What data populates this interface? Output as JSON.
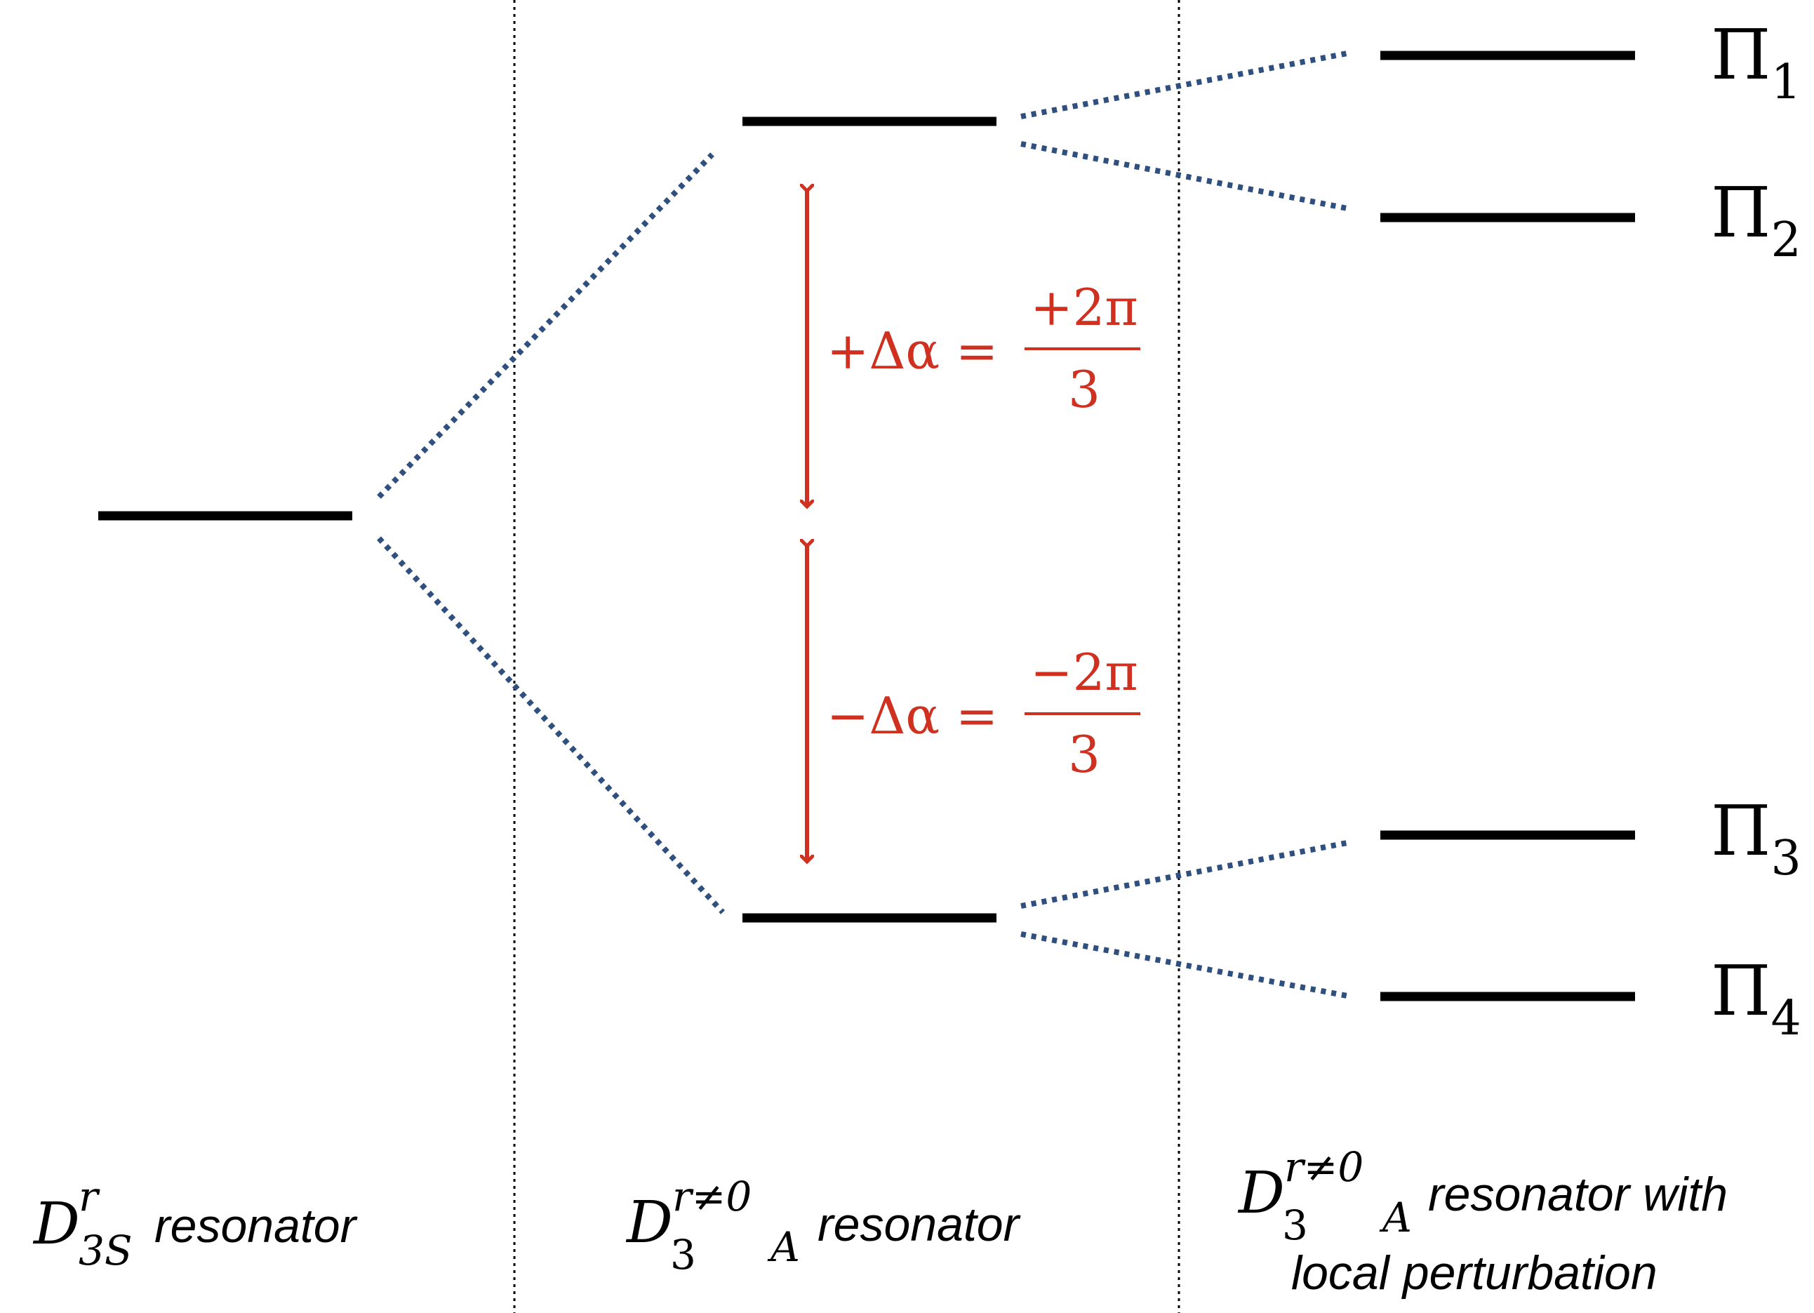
{
  "colors": {
    "level": "#000000",
    "connector": "#2f4f7f",
    "arrow": "#d0301f",
    "separator": "#000000"
  },
  "levels": {
    "pi_symbol": "Π",
    "pi_1_sub": "1",
    "pi_2_sub": "2",
    "pi_3_sub": "3",
    "pi_4_sub": "4"
  },
  "annotations": {
    "plus": {
      "lhs": "+Δα =",
      "numerator": "+2π",
      "denominator": "3"
    },
    "minus": {
      "lhs": "−Δα =",
      "numerator": "−2π",
      "denominator": "3"
    }
  },
  "columns": {
    "left": {
      "base": "D",
      "sup": "r",
      "sub": "3S",
      "label": "resonator"
    },
    "middle": {
      "base": "D",
      "sup": "r≠0",
      "sub_index": "3",
      "sub_letter": "A",
      "label": "resonator"
    },
    "right": {
      "base": "D",
      "sup": "r≠0",
      "sub_index": "3",
      "sub_letter": "A",
      "label_line1": "resonator with",
      "label_line2": "local perturbation"
    }
  }
}
